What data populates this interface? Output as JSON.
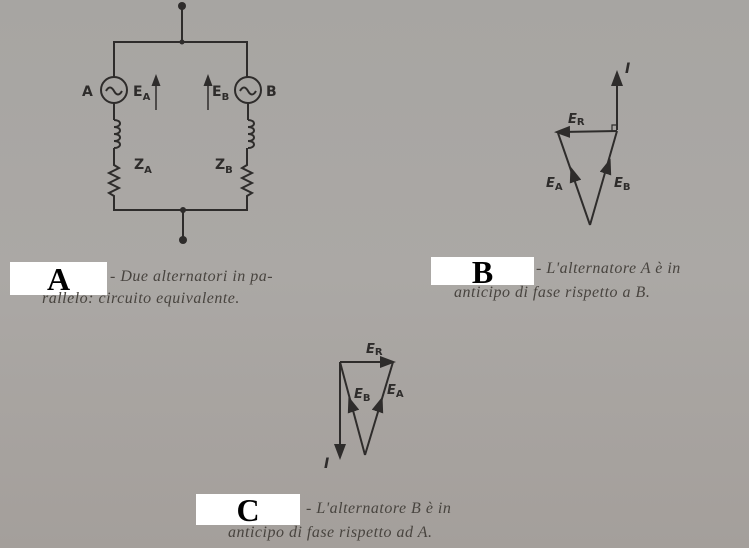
{
  "figures": {
    "a": {
      "tag": "A",
      "caption_line1": "- Due alternatori in pa-",
      "caption_line2": "rallelo: circuito equivalente.",
      "labels": {
        "gen_a": "A",
        "gen_b": "B",
        "ea": "E",
        "ea_sub": "A",
        "eb": "E",
        "eb_sub": "B",
        "za": "Z",
        "za_sub": "A",
        "zb": "Z",
        "zb_sub": "B"
      }
    },
    "b": {
      "tag": "B",
      "caption_line1": "- L'alternatore A è in",
      "caption_line2": "anticipo di fase rispetto a B.",
      "labels": {
        "i": "I",
        "er": "E",
        "er_sub": "R",
        "ea": "E",
        "ea_sub": "A",
        "eb": "E",
        "eb_sub": "B"
      }
    },
    "c": {
      "tag": "C",
      "caption_line1": "- L'alternatore B è in",
      "caption_line2": "anticipo di fase rispetto ad A.",
      "labels": {
        "i": "I",
        "er": "E",
        "er_sub": "R",
        "ea": "E",
        "ea_sub": "A",
        "eb": "E",
        "eb_sub": "B"
      }
    }
  }
}
